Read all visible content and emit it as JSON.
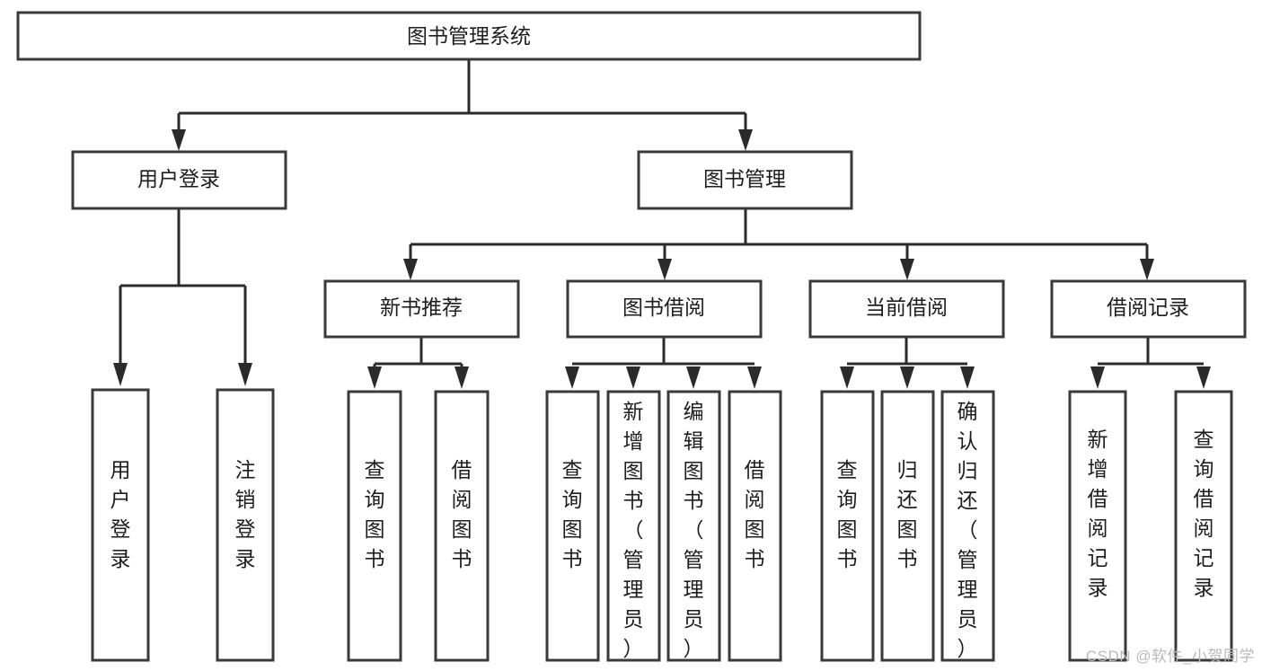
{
  "diagram": {
    "type": "tree-hierarchy",
    "title": "图书管理系统",
    "watermark": "CSDN @软件_小贺同学",
    "colors": {
      "box_stroke": "#3a3a3a",
      "box_fill": "#ffffff",
      "connector": "#2b2b2b",
      "text": "#1d1d1d",
      "background": "#ffffff",
      "watermark": "#b9b9b9"
    },
    "levels": {
      "root": {
        "label": "图书管理系统"
      },
      "level2": [
        {
          "label": "用户登录"
        },
        {
          "label": "图书管理"
        }
      ],
      "level3": [
        {
          "label": "新书推荐"
        },
        {
          "label": "图书借阅"
        },
        {
          "label": "当前借阅"
        },
        {
          "label": "借阅记录"
        }
      ],
      "leaves": [
        {
          "label": "用户登录",
          "parent": "用户登录"
        },
        {
          "label": "注销登录",
          "parent": "用户登录"
        },
        {
          "label": "查询图书",
          "parent": "新书推荐"
        },
        {
          "label": "借阅图书",
          "parent": "新书推荐"
        },
        {
          "label": "查询图书",
          "parent": "图书借阅"
        },
        {
          "label": "新增图书（管理员）",
          "parent": "图书借阅"
        },
        {
          "label": "编辑图书（管理员）",
          "parent": "图书借阅"
        },
        {
          "label": "借阅图书",
          "parent": "图书借阅"
        },
        {
          "label": "查询图书",
          "parent": "当前借阅"
        },
        {
          "label": "归还图书",
          "parent": "当前借阅"
        },
        {
          "label": "确认归还（管理员）",
          "parent": "当前借阅"
        },
        {
          "label": "新增借阅记录",
          "parent": "借阅记录"
        },
        {
          "label": "查询借阅记录",
          "parent": "借阅记录"
        }
      ]
    },
    "nodes": {
      "root": {
        "id": "root",
        "label": "图书管理系统"
      },
      "user_login": {
        "id": "user_login",
        "label": "用户登录"
      },
      "book_manage": {
        "id": "book_manage",
        "label": "图书管理"
      },
      "new_book_rec": {
        "id": "new_book_rec",
        "label": "新书推荐"
      },
      "book_borrow": {
        "id": "book_borrow",
        "label": "图书借阅"
      },
      "current_borrow": {
        "id": "current_borrow",
        "label": "当前借阅"
      },
      "borrow_record": {
        "id": "borrow_record",
        "label": "借阅记录"
      },
      "leaf_user_login": {
        "id": "leaf_user_login",
        "label": "用户登录"
      },
      "leaf_logout": {
        "id": "leaf_logout",
        "label": "注销登录"
      },
      "leaf_query_book_1": {
        "id": "leaf_query_book_1",
        "label": "查询图书"
      },
      "leaf_borrow_book_1": {
        "id": "leaf_borrow_book_1",
        "label": "借阅图书"
      },
      "leaf_query_book_2": {
        "id": "leaf_query_book_2",
        "label": "查询图书"
      },
      "leaf_add_book": {
        "id": "leaf_add_book",
        "label": "新增图书（管理员）"
      },
      "leaf_edit_book": {
        "id": "leaf_edit_book",
        "label": "编辑图书（管理员）"
      },
      "leaf_borrow_book_2": {
        "id": "leaf_borrow_book_2",
        "label": "借阅图书"
      },
      "leaf_query_book_3": {
        "id": "leaf_query_book_3",
        "label": "查询图书"
      },
      "leaf_return_book": {
        "id": "leaf_return_book",
        "label": "归还图书"
      },
      "leaf_confirm_return": {
        "id": "leaf_confirm_return",
        "label": "确认归还（管理员）"
      },
      "leaf_add_record": {
        "id": "leaf_add_record",
        "label": "新增借阅记录"
      },
      "leaf_query_record": {
        "id": "leaf_query_record",
        "label": "查询借阅记录"
      }
    }
  }
}
